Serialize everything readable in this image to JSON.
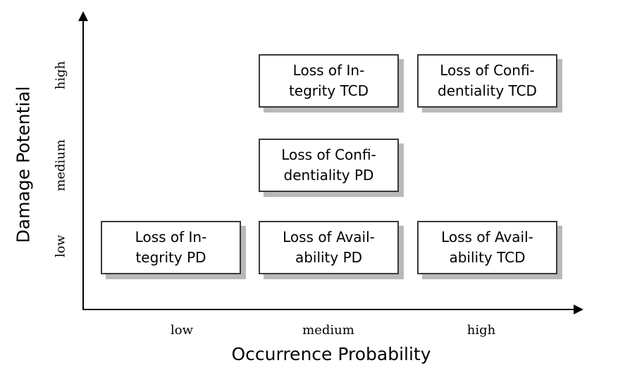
{
  "chart_data": {
    "type": "table",
    "title": "",
    "xlabel": "Occurrence Probability",
    "ylabel": "Damage Potential",
    "x_categories": [
      "low",
      "medium",
      "high"
    ],
    "y_categories": [
      "low",
      "medium",
      "high"
    ],
    "grid": false,
    "legend": "none",
    "cells": [
      {
        "x": "medium",
        "y": "high",
        "line1": "Loss of In-",
        "line2": "tegrity TCD",
        "text": "Loss of Integrity TCD"
      },
      {
        "x": "high",
        "y": "high",
        "line1": "Loss of Confi-",
        "line2": "dentiality TCD",
        "text": "Loss of Confidentiality TCD"
      },
      {
        "x": "medium",
        "y": "medium",
        "line1": "Loss of Confi-",
        "line2": "dentiality PD",
        "text": "Loss of Confidentiality PD"
      },
      {
        "x": "low",
        "y": "low",
        "line1": "Loss of In-",
        "line2": "tegrity PD",
        "text": "Loss of Integrity PD"
      },
      {
        "x": "medium",
        "y": "low",
        "line1": "Loss of Avail-",
        "line2": "ability PD",
        "text": "Loss of Availability PD"
      },
      {
        "x": "high",
        "y": "low",
        "line1": "Loss of Avail-",
        "line2": "ability TCD",
        "text": "Loss of Availability TCD"
      }
    ]
  },
  "axes": {
    "x": {
      "title": "Occurrence Probability",
      "ticks": [
        {
          "label": "low"
        },
        {
          "label": "medium"
        },
        {
          "label": "high"
        }
      ]
    },
    "y": {
      "title": "Damage Potential",
      "ticks": [
        {
          "label": "low"
        },
        {
          "label": "medium"
        },
        {
          "label": "high"
        }
      ]
    }
  },
  "colors": {
    "background": "#ffffff",
    "axis": "#000000",
    "box_border": "#3a3a3a",
    "box_fill": "#ffffff",
    "box_shadow": "#b9b9b9",
    "text": "#000000"
  }
}
